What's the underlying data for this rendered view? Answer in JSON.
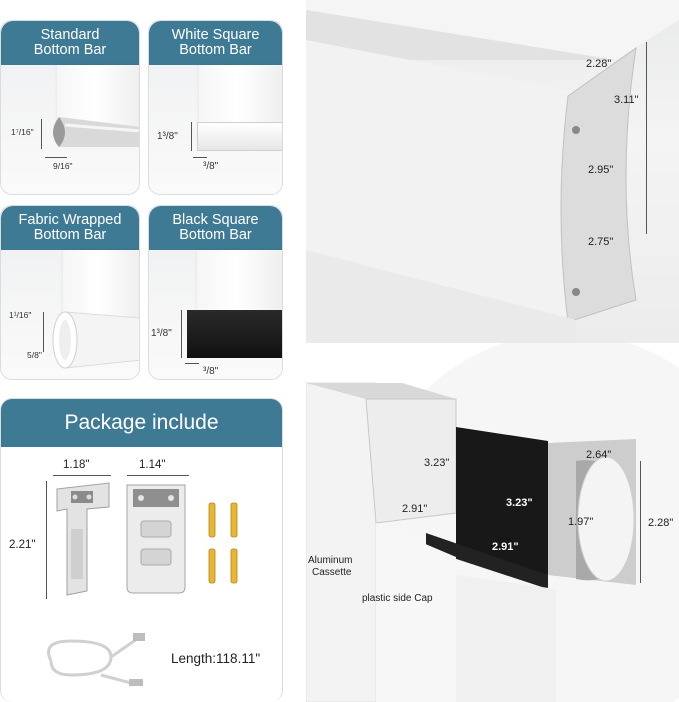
{
  "cards": {
    "standard": {
      "title_line1": "Standard",
      "title_line2": "Bottom Bar",
      "height": "1⁷/16\"",
      "width": "9/16\""
    },
    "white_square": {
      "title_line1": "White Square",
      "title_line2": "Bottom Bar",
      "height": "1³/8\"",
      "width": "³/8\""
    },
    "fabric_wrapped": {
      "title_line1": "Fabric Wrapped",
      "title_line2": "Bottom Bar",
      "height": "1¹/16\"",
      "width": "5/8\""
    },
    "black_square": {
      "title_line1": "Black Square",
      "title_line2": "Bottom Bar",
      "height": "1³/8\"",
      "width": "³/8\""
    }
  },
  "package": {
    "title": "Package include",
    "bracket_a_width": "1.18\"",
    "bracket_b_width": "1.14\"",
    "bracket_height": "2.21\"",
    "cable_length": "Length:118.11\""
  },
  "cassette_top": {
    "dim_top": "2.28\"",
    "dim_total": "3.11\"",
    "dim_mid": "2.95\"",
    "dim_low": "2.75\""
  },
  "cassette_bottom": {
    "white_height": "3.23\"",
    "white_width": "2.91\"",
    "black_height": "3.23\"",
    "black_width": "2.91\"",
    "round_top": "2.64\"",
    "round_inner": "1.97\"",
    "round_height": "2.28\"",
    "label_aluminum_1": "Aluminum",
    "label_aluminum_2": "Cassette",
    "label_cap": "plastic side Cap"
  },
  "colors": {
    "header": "#3e7a94",
    "header_text": "#ffffff",
    "black_bar": "#1a1a1a"
  }
}
